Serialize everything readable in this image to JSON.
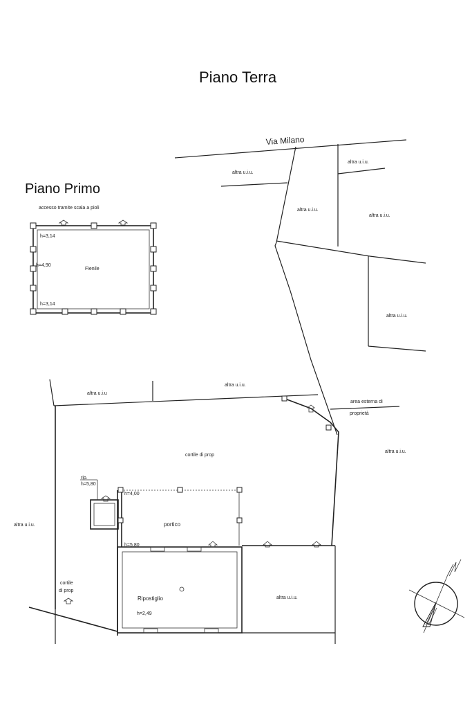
{
  "ground_floor": {
    "title": "Piano Terra",
    "street": "Via Milano",
    "neighbors": {
      "north_left": "altra u.i.u.",
      "north_right": "altra u.i.u.",
      "center_strip": "altra u.i.u.",
      "east_upper": "altra u.i.u.",
      "east_middle": "altra u.i.u.",
      "above_courtyard_left": "altra u.i.u",
      "above_courtyard_right": "altra u.i.u.",
      "east_lower": "altra u.i.u.",
      "west": "altra u.i.u.",
      "south_east": "altra u.i.u."
    },
    "external_area_line1": "area esterna di",
    "external_area_line2": "proprietà",
    "courtyard": "cortile  di prop",
    "courtyard_small_line1": "cortile",
    "courtyard_small_line2": "di prop",
    "portico": "portico",
    "storage": "Ripostiglio",
    "storage_height": "h=2,49",
    "portico_height_top": "h=4,00",
    "portico_height_bottom": "h=5,80",
    "rip_label": "rip.",
    "rip_height": "h=5,80"
  },
  "first_floor": {
    "title": "Piano Primo",
    "access_note": "accesso tramite scala a pioli",
    "room": "Fienile",
    "height_top": "h=3,14",
    "height_mid": "h=4,90",
    "height_bottom": "h=3,14"
  },
  "icons": {
    "north_arrow": "north-arrow-icon",
    "door_marker": "door-arrow-icon",
    "pillar": "pillar-icon"
  }
}
